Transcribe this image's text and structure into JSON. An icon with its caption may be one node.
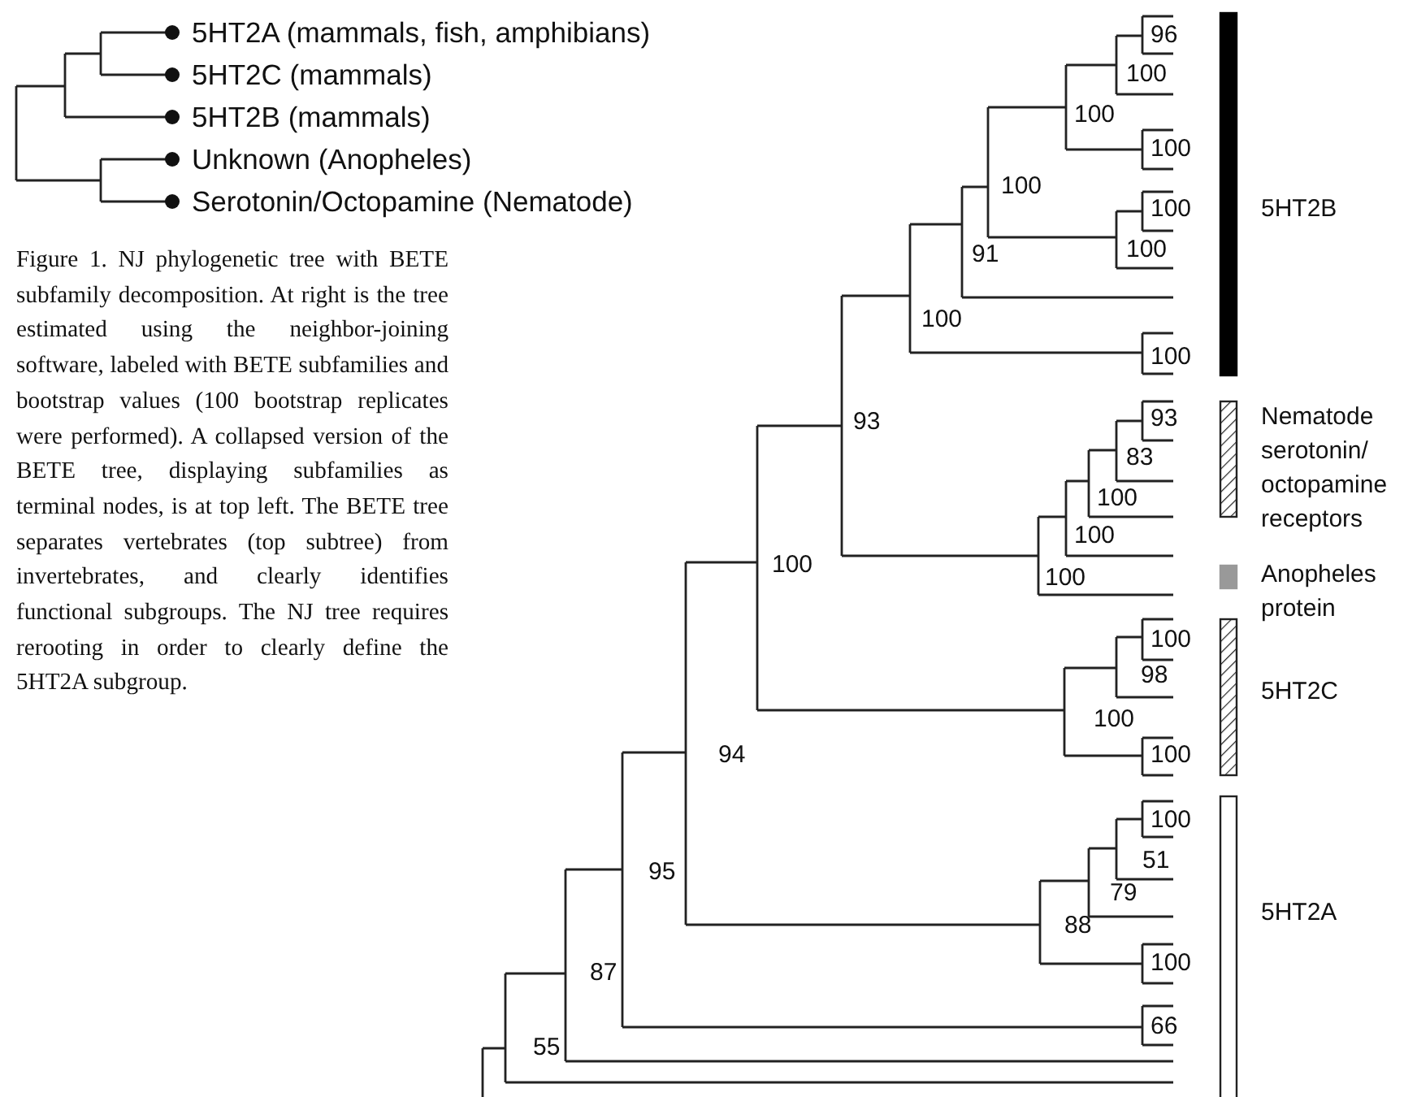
{
  "diagram": {
    "caption": "Figure 1. NJ phylogenetic tree with BETE subfamily decomposition. At right is the tree estimated using the neighbor-joining software, labeled with BETE subfamilies and bootstrap values (100 bootstrap replicates were performed). A collapsed version of the BETE tree, displaying subfamilies as terminal nodes, is at top left. The BETE tree separates vertebrates (top subtree) from invertebrates, and clearly identifies functional subgroups. The NJ tree requires rerooting in order to clearly define the 5HT2A subgroup.",
    "labels": [
      "5HT2A (mammals, fish, amphibians)",
      "5HT2C (mammals)",
      "5HT2B (mammals)",
      "Unknown (Anopheles)",
      "Serotonin/Octopamine (Nematode)",
      "96",
      "100",
      "100",
      "100",
      "100",
      "100",
      "5HT2B",
      "100",
      "91",
      "100",
      "100",
      "93",
      "Nematode serotonin/ octopamine receptors",
      "93",
      "83",
      "100",
      "100",
      "100",
      "100",
      "Anopheles protein",
      "100",
      "98",
      "5HT2C",
      "100",
      "94",
      "100",
      "100",
      "51",
      "95",
      "79",
      "5HT2A",
      "88",
      "100",
      "87",
      "66",
      "55"
    ]
  }
}
